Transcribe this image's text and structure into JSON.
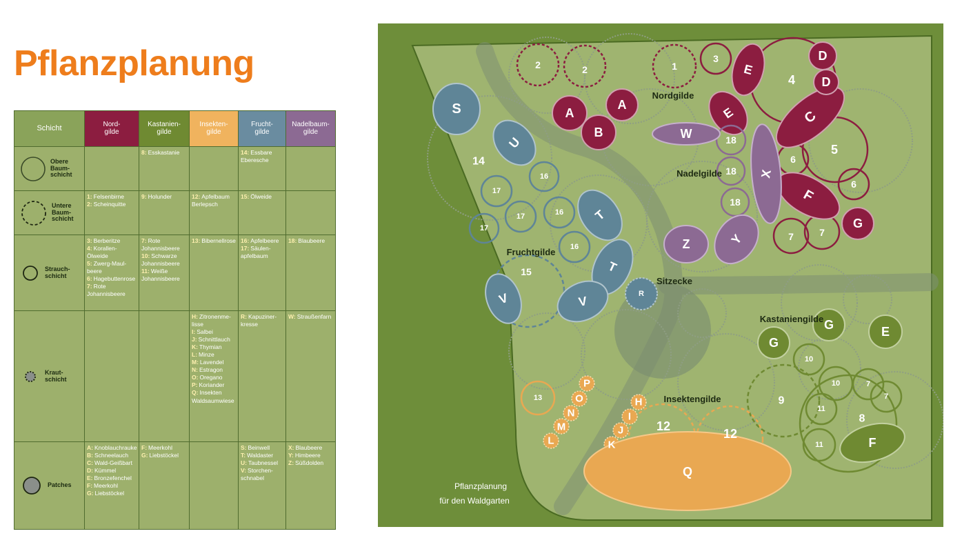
{
  "title": "Pflanzplanung",
  "legend": {
    "header": {
      "schicht": "Schicht",
      "nord": "Nord-\ngilde",
      "kastanien": "Kastanien-\ngilde",
      "insekten": "Insekten-\ngilde",
      "frucht": "Frucht-\ngilde",
      "nadelbaum": "Nadelbaum-\ngilde"
    },
    "rows": [
      {
        "layer": "Obere\nBaum-\nschicht",
        "cells": [
          [],
          [
            [
              "8:",
              "Esskastanie"
            ]
          ],
          [],
          [
            [
              "14:",
              "Essbare Eberesche"
            ]
          ],
          []
        ]
      },
      {
        "layer": "Untere\nBaum-\nschicht",
        "cells": [
          [
            [
              "1:",
              "Felsenbirne"
            ],
            [
              "2:",
              "Scheinquitte"
            ]
          ],
          [
            [
              "9:",
              "Holunder"
            ]
          ],
          [
            [
              "12:",
              "Apfelbaum Berlepsch"
            ]
          ],
          [
            [
              "15:",
              "Ölweide"
            ]
          ],
          []
        ]
      },
      {
        "layer": "Strauch-\nschicht",
        "cells": [
          [
            [
              "3:",
              "Berberitze"
            ],
            [
              "4:",
              "Korallen-Ölweide"
            ],
            [
              "5:",
              "Zwerg-Maul-beere"
            ],
            [
              "6:",
              "Hagebuttenrose"
            ],
            [
              "7:",
              "Rote Johannisbeere"
            ]
          ],
          [
            [
              "7:",
              "Rote Johannisbeere"
            ],
            [
              "10:",
              "Schwarze Johannisbeere"
            ],
            [
              "11:",
              "Weiße Johannisbeere"
            ]
          ],
          [
            [
              "13:",
              "Bibernellrose"
            ]
          ],
          [
            [
              "16:",
              "Apfelbeere"
            ],
            [
              "17:",
              "Säulen-apfelbaum"
            ]
          ],
          [
            [
              "18:",
              "Blaubeere"
            ]
          ]
        ]
      },
      {
        "layer": "Kraut-\nschicht",
        "cells": [
          [],
          [],
          [
            [
              "H:",
              "Zitronenme-lisse"
            ],
            [
              "I:",
              "Salbei"
            ],
            [
              "J:",
              "Schnittlauch"
            ],
            [
              "K:",
              "Thymian"
            ],
            [
              "L:",
              "Minze"
            ],
            [
              "M:",
              "Lavendel"
            ],
            [
              "N:",
              "Estragon"
            ],
            [
              "O:",
              "Oregano"
            ],
            [
              "P:",
              "Koriander"
            ],
            [
              "Q:",
              "Insekten Waldsaumwiese"
            ]
          ],
          [
            [
              "R:",
              "Kapuziner-kresse"
            ]
          ],
          [
            [
              "W:",
              "Straußenfarn"
            ]
          ]
        ]
      },
      {
        "layer": "Patches",
        "cells": [
          [
            [
              "A:",
              "Knoblauchrauke"
            ],
            [
              "B:",
              "Schneelauch"
            ],
            [
              "C:",
              "Wald-Geißbart"
            ],
            [
              "D:",
              "Kümmel"
            ],
            [
              "E:",
              "Bronzefenchel"
            ],
            [
              "F:",
              "Meerkohl"
            ],
            [
              "G:",
              "Liebstöckel"
            ]
          ],
          [
            [
              "F:",
              "Meerkohl"
            ],
            [
              "G:",
              "Liebstöckel"
            ]
          ],
          [],
          [
            [
              "S:",
              "Beinwell"
            ],
            [
              "T:",
              "Waldaster"
            ],
            [
              "U:",
              "Taubnessel"
            ],
            [
              "V:",
              "Storchen-schnabel"
            ]
          ],
          [
            [
              "X:",
              "Blaubeere"
            ],
            [
              "Y:",
              "Himbeere"
            ],
            [
              "Z:",
              "Süßdolden"
            ]
          ]
        ]
      }
    ]
  },
  "map": {
    "guilds": {
      "nord": "Nordgilde",
      "nadel": "Nadelgilde",
      "frucht": "Fruchtgilde",
      "sitz": "Sitzecke",
      "kastanien": "Kastaniengilde",
      "insekten": "Insektengilde"
    },
    "footer_line1": "Pflanzplanung",
    "footer_line2": "für den Waldgarten",
    "colors": {
      "nord": "#8c1d40",
      "kastanien": "#6f8a32",
      "insekten": "#e9a852",
      "frucht": "#5f8597",
      "nadel": "#8c6a93",
      "background": "#6e8e3a",
      "field": "#9fb470"
    },
    "labels": {
      "n1": "1",
      "n2": "2",
      "n3": "3",
      "n4": "4",
      "n5": "5",
      "n6": "6",
      "n7": "7",
      "n8": "8",
      "n9": "9",
      "n10": "10",
      "n11": "11",
      "n12": "12",
      "n13": "13",
      "n14": "14",
      "n15": "15",
      "n16": "16",
      "n17": "17",
      "n18": "18",
      "A": "A",
      "B": "B",
      "C": "C",
      "D": "D",
      "E": "E",
      "F": "F",
      "G": "G",
      "H": "H",
      "I": "I",
      "J": "J",
      "K": "K",
      "L": "L",
      "M": "M",
      "N": "N",
      "O": "O",
      "P": "P",
      "Q": "Q",
      "R": "R",
      "S": "S",
      "T": "T",
      "U": "U",
      "V": "V",
      "W": "W",
      "X": "X",
      "Y": "Y",
      "Z": "Z"
    }
  }
}
